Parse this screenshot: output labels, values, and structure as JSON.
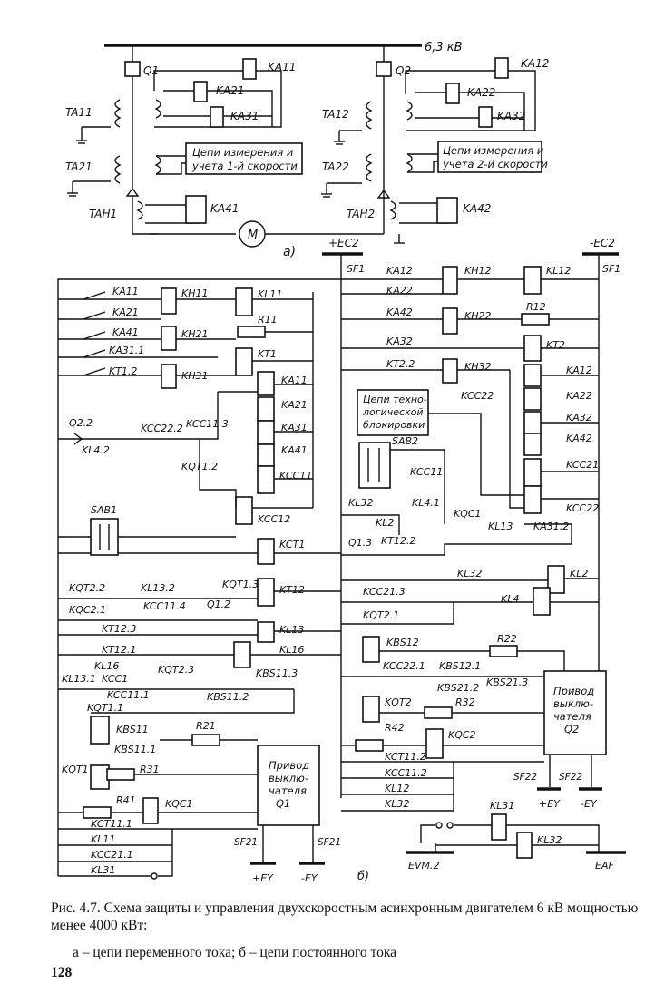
{
  "diagram": {
    "bus_voltage": "6,3 кВ",
    "panel_a_label": "а)",
    "panel_b_label": "б)",
    "panel_a": {
      "breaker_left": "Q1",
      "breaker_right": "Q2",
      "ct_left": [
        "TA11",
        "TA21"
      ],
      "ct_right": [
        "TA12",
        "TA22"
      ],
      "relays_left": [
        "KA11",
        "KA21",
        "KA31"
      ],
      "relays_right": [
        "KA12",
        "KA22",
        "KA32"
      ],
      "meter_left_line1": "Цепи измерения и",
      "meter_left_line2": "учета 1-й скорости",
      "meter_right_line1": "Цепи измерения и",
      "meter_right_line2": "учета 2-й скорости",
      "zero_seq_left": "TAH1",
      "zero_seq_right": "TAH2",
      "earth_relay_left": "KA41",
      "earth_relay_right": "KA42",
      "motor": "M"
    },
    "panel_b": {
      "supply_pos": "+EC2",
      "supply_neg": "-EC2",
      "switch_left": "SF1",
      "switch_right": "SF1",
      "left_contacts": [
        "KA11",
        "KA21",
        "KA41",
        "KA31.1",
        "KT1.2"
      ],
      "left_coils": [
        "KH11",
        "KH21",
        "KH31"
      ],
      "left_relays": [
        "KL11",
        "R11",
        "KT1",
        "KA11",
        "KA21",
        "KA31",
        "KA41",
        "KCC11",
        "KCC12",
        "KCT1",
        "KT12",
        "KL13",
        "KL16"
      ],
      "right_contacts": [
        "KA12",
        "KA22",
        "KA42",
        "KA32",
        "KT2.2"
      ],
      "right_coils": [
        "KH12",
        "KH22",
        "KH32"
      ],
      "right_relays": [
        "KL12",
        "R12",
        "KT2",
        "KA12",
        "KA22",
        "KA32",
        "KA42",
        "KCC21",
        "KCC22",
        "KL2",
        "KL4"
      ],
      "tech_block_line1": "Цепи техно-",
      "tech_block_line2": "логической",
      "tech_block_line3": "блокировки",
      "key_left": "SAB1",
      "key_right": "SAB2",
      "mid_contacts": [
        "Q2.2",
        "KL4.2",
        "KCC22.2",
        "KCC11.3",
        "KQT1.2",
        "KL32",
        "KCC11",
        "KL4.1",
        "KL2",
        "KQC1",
        "KL13",
        "KA31.2",
        "Q1.3",
        "KT12.2",
        "KCC22"
      ],
      "lower_left_contacts": [
        "KQT2.2",
        "KL13.2",
        "KQT1.3",
        "KQC2.1",
        "KCC11.4",
        "Q1.2",
        "KT12.3",
        "KT12.1",
        "KL16",
        "KQT2.3",
        "KL13.1",
        "KCC1",
        "KCC11.1",
        "KBS11.2",
        "KBS11.3",
        "KQT1.1",
        "KBS11",
        "KBS11.1",
        "R21",
        "KQT1",
        "R31",
        "R41",
        "KQC1",
        "KCT11.1",
        "KL11",
        "KCC21.1",
        "KL31"
      ],
      "lower_right_contacts": [
        "KL32",
        "KCC21.3",
        "KQT2.1",
        "KBS12",
        "R22",
        "KCC22.1",
        "KBS12.1",
        "KBS21.2",
        "KBS21.3",
        "KQT2",
        "R32",
        "R42",
        "KQC2",
        "KCT11.2",
        "KCC11.2",
        "KL12",
        "KL32",
        "KL31",
        "KL32"
      ],
      "drive_left_line1": "Привод",
      "drive_left_line2": "выклю-",
      "drive_left_line3": "чателя",
      "drive_left_line4": "Q1",
      "drive_right_line1": "Привод",
      "drive_right_line2": "выклю-",
      "drive_right_line3": "чателя",
      "drive_right_line4": "Q2",
      "sf_left": [
        "SF21",
        "SF21"
      ],
      "sf_right": [
        "SF22",
        "SF22"
      ],
      "ey_pos": "+EY",
      "ey_neg": "-EY",
      "evm": "EVM.2",
      "eaf": "EAF"
    }
  },
  "caption": {
    "title": "Рис. 4.7. Схема защиты и управления двухскоростным асинхронным двигателем 6 кВ мощностью менее 4000 кВт:",
    "legend": "а – цепи переменного тока; б – цепи постоянного тока",
    "page": "128"
  }
}
